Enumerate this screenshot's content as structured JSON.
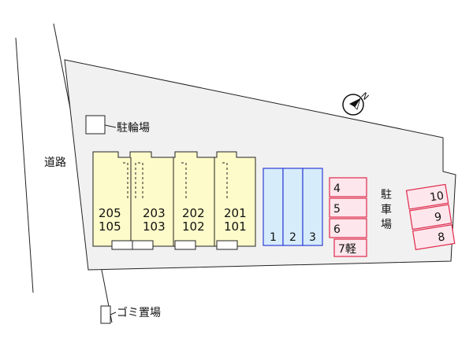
{
  "labels": {
    "road": "道路",
    "bicycle_parking": "駐輪場",
    "garbage": "ゴミ置場",
    "parking": "駐車場"
  },
  "units": [
    {
      "upper": "205",
      "lower": "105"
    },
    {
      "upper": "203",
      "lower": "103"
    },
    {
      "upper": "202",
      "lower": "102"
    },
    {
      "upper": "201",
      "lower": "101"
    }
  ],
  "blue_slots": [
    "1",
    "2",
    "3"
  ],
  "red_slots_center": [
    "4",
    "5",
    "6",
    "7軽"
  ],
  "red_slots_right": [
    "10",
    "9",
    "8"
  ],
  "colors": {
    "site": "#f1f1f1",
    "building": "#fdfbc9",
    "blue_fill": "#d6ecfa",
    "blue_stroke": "#2e3ed6",
    "red_fill": "#fde6ec",
    "red_stroke": "#e0284a"
  },
  "icons": {
    "compass": "compass-north-icon"
  }
}
